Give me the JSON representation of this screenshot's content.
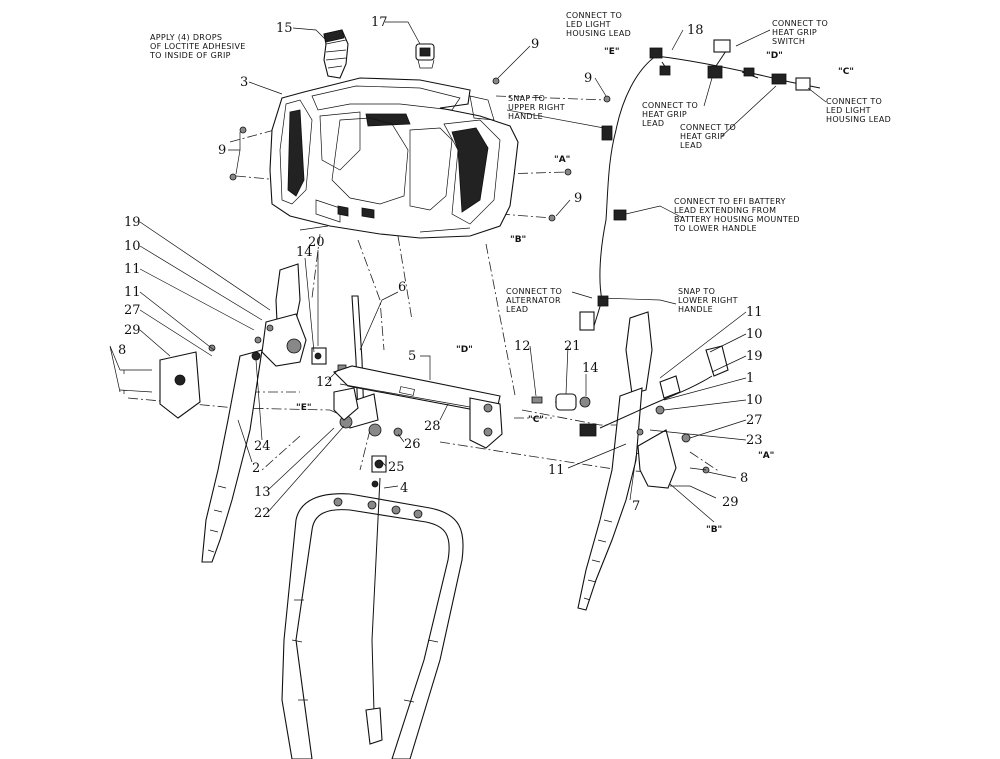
{
  "callouts": {
    "c15": "15",
    "c17": "17",
    "c3": "3",
    "c9a": "9",
    "c9b": "9",
    "c9c": "9",
    "c9d": "9",
    "c18": "18",
    "c19a": "19",
    "c10a": "10",
    "c11a": "11",
    "c11b": "11",
    "c27a": "27",
    "c29a": "29",
    "c8a": "8",
    "c20": "20",
    "c14a": "14",
    "c12a": "12",
    "c6": "6",
    "c5": "5",
    "c12b": "12",
    "c21": "21",
    "c14b": "14",
    "c11c": "11",
    "c10b": "10",
    "c19b": "19",
    "c1": "1",
    "c10c": "10",
    "c27b": "27",
    "c23": "23",
    "c24": "24",
    "c2": "2",
    "c28": "28",
    "c26": "26",
    "c25": "25",
    "c13": "13",
    "c4": "4",
    "c22": "22",
    "c11d": "11",
    "c7": "7",
    "c8b": "8",
    "c29b": "29"
  },
  "markers": {
    "e_top": "\"E\"",
    "d_top": "\"D\"",
    "c_top": "\"C\"",
    "a_mid": "\"A\"",
    "b_mid": "\"B\"",
    "d_bar": "\"D\"",
    "e_bar": "\"E\"",
    "c_bar": "\"C\"",
    "a_low": "\"A\"",
    "b_low": "\"B\""
  },
  "notes": {
    "loctite": [
      "APPLY (4) DROPS",
      "OF LOCTITE ADHESIVE",
      "TO INSIDE OF GRIP"
    ],
    "led_left": [
      "CONNECT TO",
      "LED LIGHT",
      "HOUSING LEAD"
    ],
    "grip_switch": [
      "CONNECT TO",
      "HEAT GRIP",
      "SWITCH"
    ],
    "led_right": [
      "CONNECT TO",
      "LED LIGHT",
      "HOUSING LEAD"
    ],
    "heat_grip_a": [
      "CONNECT TO",
      "HEAT GRIP",
      "LEAD"
    ],
    "heat_grip_b": [
      "CONNECT TO",
      "HEAT GRIP",
      "LEAD"
    ],
    "snap_upper": [
      "SNAP TO",
      "UPPER RIGHT",
      "HANDLE"
    ],
    "efi": [
      "CONNECT TO EFI BATTERY",
      "LEAD EXTENDING FROM",
      "BATTERY HOUSING MOUNTED",
      "TO LOWER HANDLE"
    ],
    "alternator": [
      "CONNECT TO",
      "ALTERNATOR",
      "LEAD"
    ],
    "snap_lower": [
      "SNAP TO",
      "LOWER RIGHT",
      "HANDLE"
    ]
  }
}
